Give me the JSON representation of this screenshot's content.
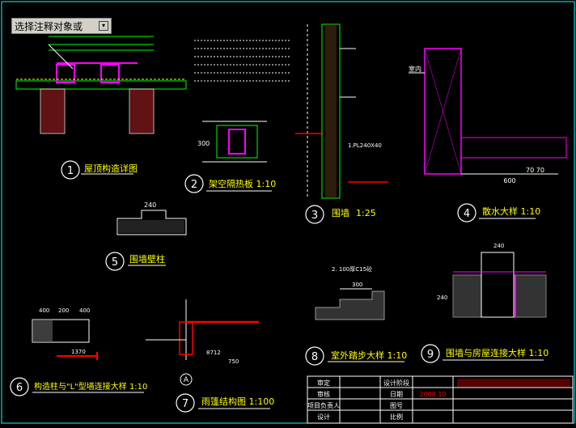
{
  "prompt": {
    "text": "选择注释对象或",
    "dropdown_icon": "chevron-down-icon"
  },
  "details": {
    "d1": {
      "num": "1",
      "title": "屋顶构造详图"
    },
    "d2": {
      "num": "2",
      "title": "架空隔热板 1:10"
    },
    "d3": {
      "num": "3",
      "title": "围墙",
      "scale": "1:25"
    },
    "d4": {
      "num": "4",
      "title": "散水大样 1:10"
    },
    "d5": {
      "num": "5",
      "title": "围墙壁柱"
    },
    "d6": {
      "num": "6",
      "title": "构造柱与\"L\"型墙连接大样 1:10"
    },
    "d7": {
      "num": "7",
      "title": "雨篷结构图 1:100"
    },
    "d8": {
      "num": "8",
      "title": "室外踏步大样 1:10"
    },
    "d9": {
      "num": "9",
      "title": "围墙与房屋连接大样 1:10"
    }
  },
  "dims": {
    "d4_width": "600",
    "d4_small": "70 70",
    "d5_top": "240",
    "d6_a": "400",
    "d6_b": "200",
    "d6_c": "400",
    "d6_d": "1370",
    "d7_a": "8712",
    "d7_b": "750",
    "d7_axis": "A",
    "d8_a": "300",
    "d9_top": "240",
    "d9_left": "240",
    "d2_h": "300"
  },
  "notes": {
    "d4_room": "室内",
    "d8_note": "2. 100厚C15砼",
    "d3_notes": "1.PL240X40"
  },
  "title_block": {
    "rows": [
      [
        "审定",
        "",
        "设计阶段",
        ""
      ],
      [
        "审核",
        "",
        "日期",
        "2008.10"
      ],
      [
        "项目负责人",
        "",
        "图号",
        ""
      ],
      [
        "设计",
        "",
        "比例",
        ""
      ]
    ]
  }
}
